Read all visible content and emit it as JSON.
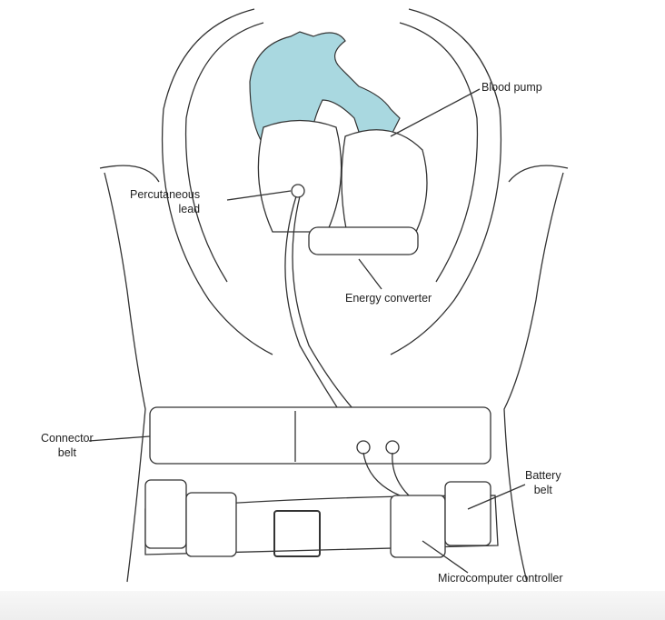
{
  "labels": {
    "blood_pump": "Blood pump",
    "percutaneous_lead_1": "Percutaneous",
    "percutaneous_lead_2": "lead",
    "energy_converter": "Energy converter",
    "connector_belt_1": "Connector",
    "connector_belt_2": "belt",
    "battery_belt_1": "Battery",
    "battery_belt_2": "belt",
    "microcomputer_controller": "Microcomputer controller"
  },
  "colors": {
    "vessel": "#a9d8e0",
    "line": "#333333"
  }
}
